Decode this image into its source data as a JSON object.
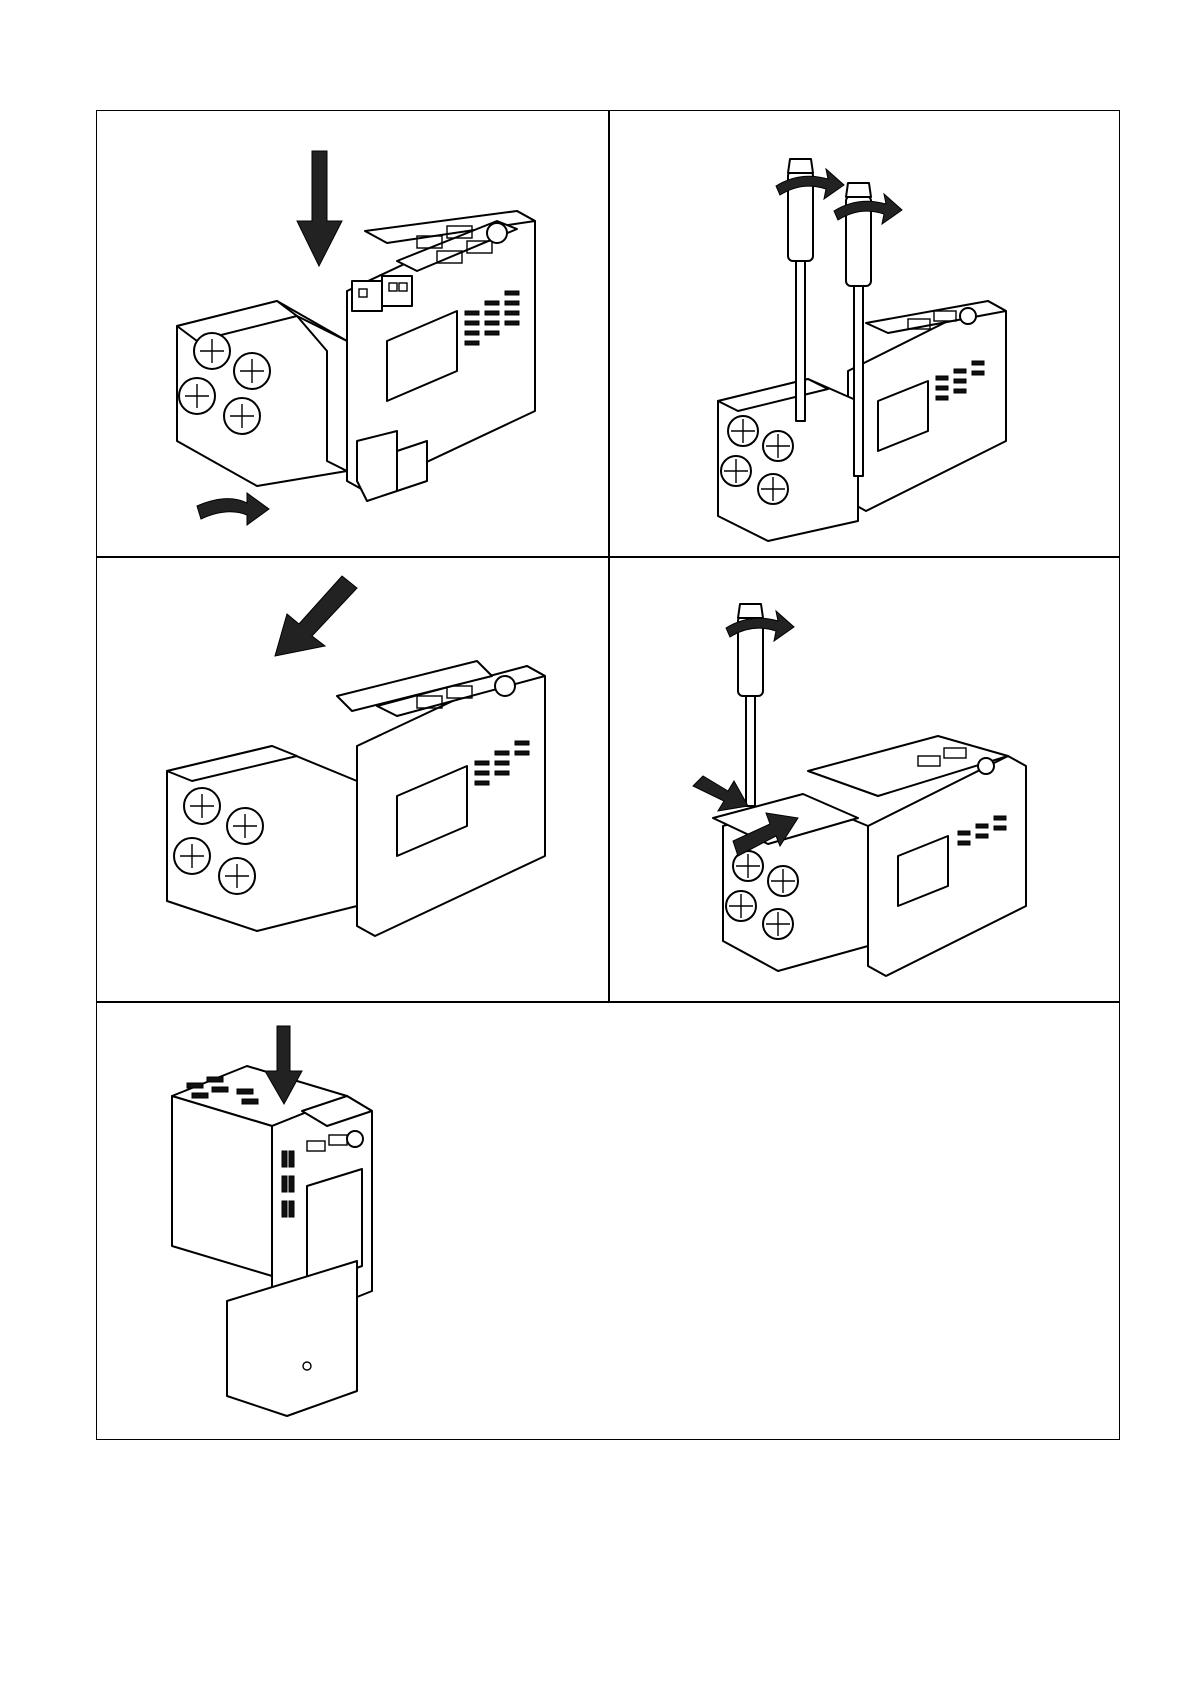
{
  "figure": {
    "panels": [
      {
        "id": "step-1",
        "icons": [
          "down-arrow-icon",
          "curved-arrow-icon"
        ]
      },
      {
        "id": "step-2",
        "icons": [
          "screwdriver-icon",
          "rotate-arrow-icon"
        ]
      },
      {
        "id": "step-3",
        "icons": [
          "down-arrow-icon"
        ]
      },
      {
        "id": "step-4",
        "icons": [
          "screwdriver-icon",
          "rotate-arrow-icon",
          "push-arrow-icon"
        ]
      },
      {
        "id": "step-5",
        "icons": [
          "down-arrow-icon"
        ]
      }
    ],
    "colors": {
      "line": "#000000",
      "fill": "#ffffff",
      "arrow": "#222222"
    }
  }
}
